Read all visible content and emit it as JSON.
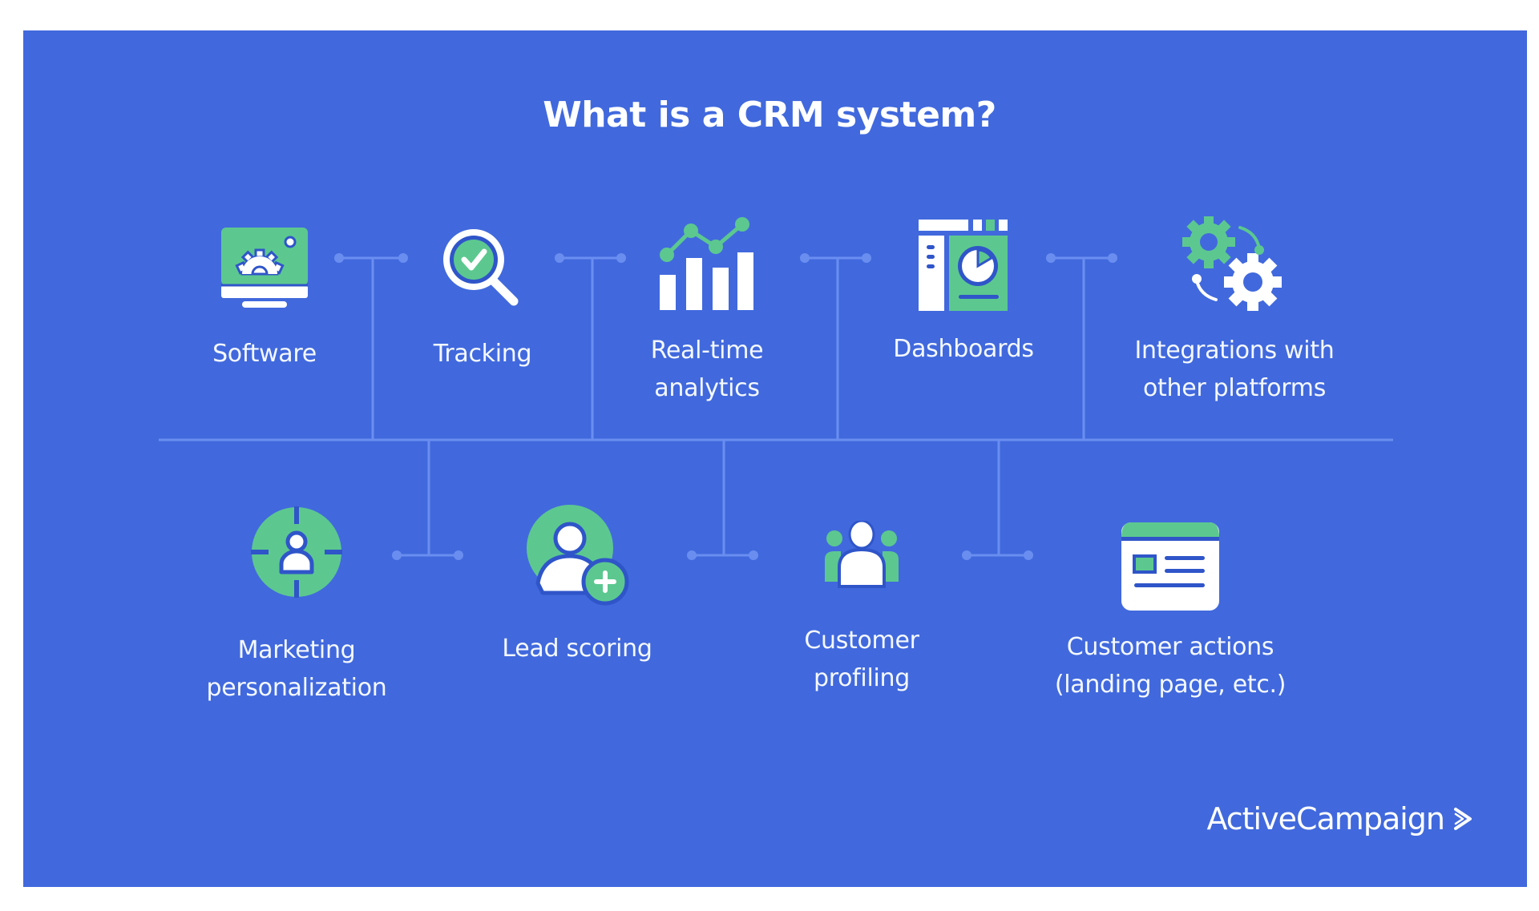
{
  "title": "What is a CRM system?",
  "colors": {
    "background": "#4169DD",
    "accent_green": "#5CC88F",
    "icon_white": "#FFFFFF",
    "connector": "#6A8EF0",
    "icon_outline": "#2F55C9"
  },
  "top_row": [
    {
      "label": "Software",
      "icon": "computer-gear-icon"
    },
    {
      "label": "Tracking",
      "icon": "magnifier-check-icon"
    },
    {
      "label": "Real-time\nanalytics",
      "icon": "bar-chart-trend-icon"
    },
    {
      "label": "Dashboards",
      "icon": "dashboard-pie-icon"
    },
    {
      "label": "Integrations with\nother platforms",
      "icon": "gears-sync-icon"
    }
  ],
  "bottom_row": [
    {
      "label": "Marketing\npersonalization",
      "icon": "target-person-icon"
    },
    {
      "label": "Lead scoring",
      "icon": "add-user-icon"
    },
    {
      "label": "Customer\nprofiling",
      "icon": "user-group-icon"
    },
    {
      "label": "Customer actions\n(landing page, etc.)",
      "icon": "landing-page-icon"
    }
  ],
  "brand": {
    "name": "ActiveCampaign",
    "icon": "chevron-right-icon"
  }
}
